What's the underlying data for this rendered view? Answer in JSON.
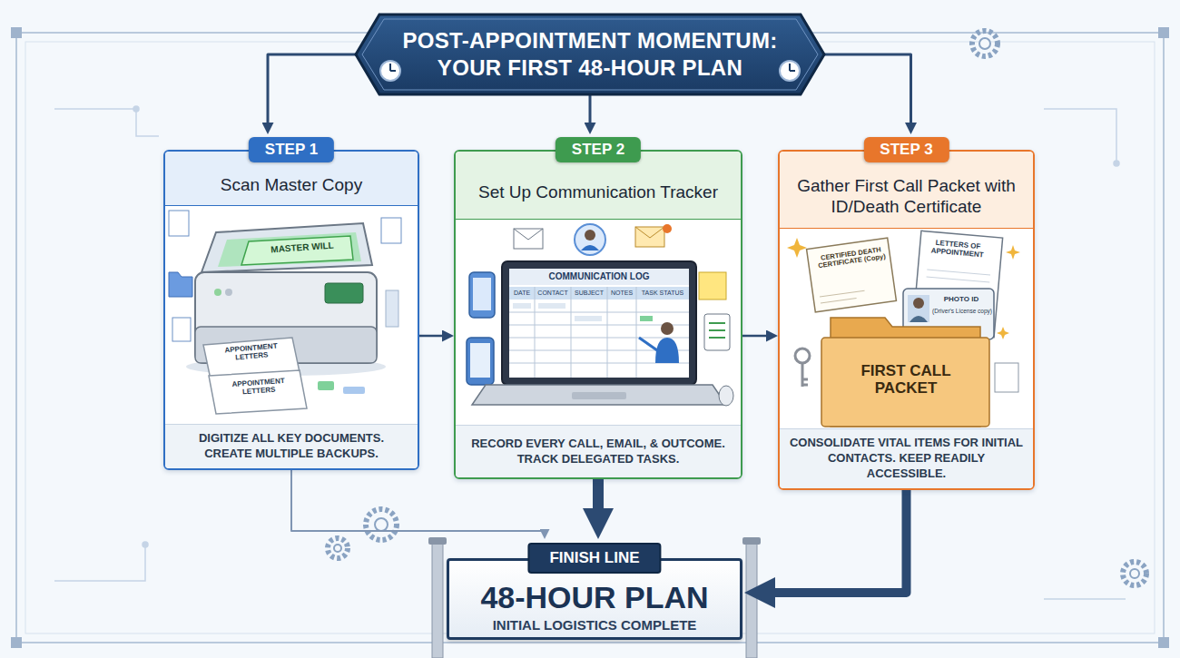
{
  "diagram": {
    "nodes": [
      {
        "text": [
          "POST-APPOINTMENT MOMENTUM: YOUR FIRST 48-HOUR PLAN"
        ]
      },
      {
        "text": [
          "STEP 1",
          "Scan Master Copy",
          "DIGITIZE ALL KEY DOCUMENTS. CREATE MULTIPLE BACKUPS."
        ]
      },
      {
        "text": [
          "STEP 2",
          "Set Up Communication Tracker",
          "RECORD EVERY CALL, EMAIL, & OUTCOME. TRACK DELEGATED TASKS."
        ]
      },
      {
        "text": [
          "STEP 3",
          "Gather First Call Packet with ID/Death Certificate",
          "CONSOLIDATE VITAL ITEMS FOR INITIAL CONTACTS. KEEP READILY ACCESSIBLE."
        ]
      },
      {
        "text": [
          "FINISH LINE",
          "48-HOUR PLAN",
          "INITIAL LOGISTICS COMPLETE"
        ]
      }
    ],
    "edges": [
      {
        "from": 0,
        "to": 1,
        "arrow": "to"
      },
      {
        "from": 0,
        "to": 2,
        "arrow": "to"
      },
      {
        "from": 0,
        "to": 3,
        "arrow": "to"
      },
      {
        "from": 1,
        "to": 2,
        "arrow": "to"
      },
      {
        "from": 2,
        "to": 3,
        "arrow": "to"
      },
      {
        "from": 1,
        "to": 4,
        "arrow": "to"
      },
      {
        "from": 2,
        "to": 4,
        "arrow": "to"
      },
      {
        "from": 3,
        "to": 4,
        "arrow": "to"
      }
    ],
    "labels": [
      "MASTER WILL",
      "APPOINTMENT LETTERS",
      "APPOINTMENT LETTERS",
      "COMMUNICATION LOG",
      "DATE",
      "CONTACT",
      "SUBJECT",
      "NOTES",
      "TASK STATUS",
      "CERTIFIED DEATH CERTIFICATE (Copy)",
      "LETTERS OF APPOINTMENT",
      "PHOTO ID",
      "(Driver's License copy)",
      "FIRST CALL PACKET"
    ]
  }
}
